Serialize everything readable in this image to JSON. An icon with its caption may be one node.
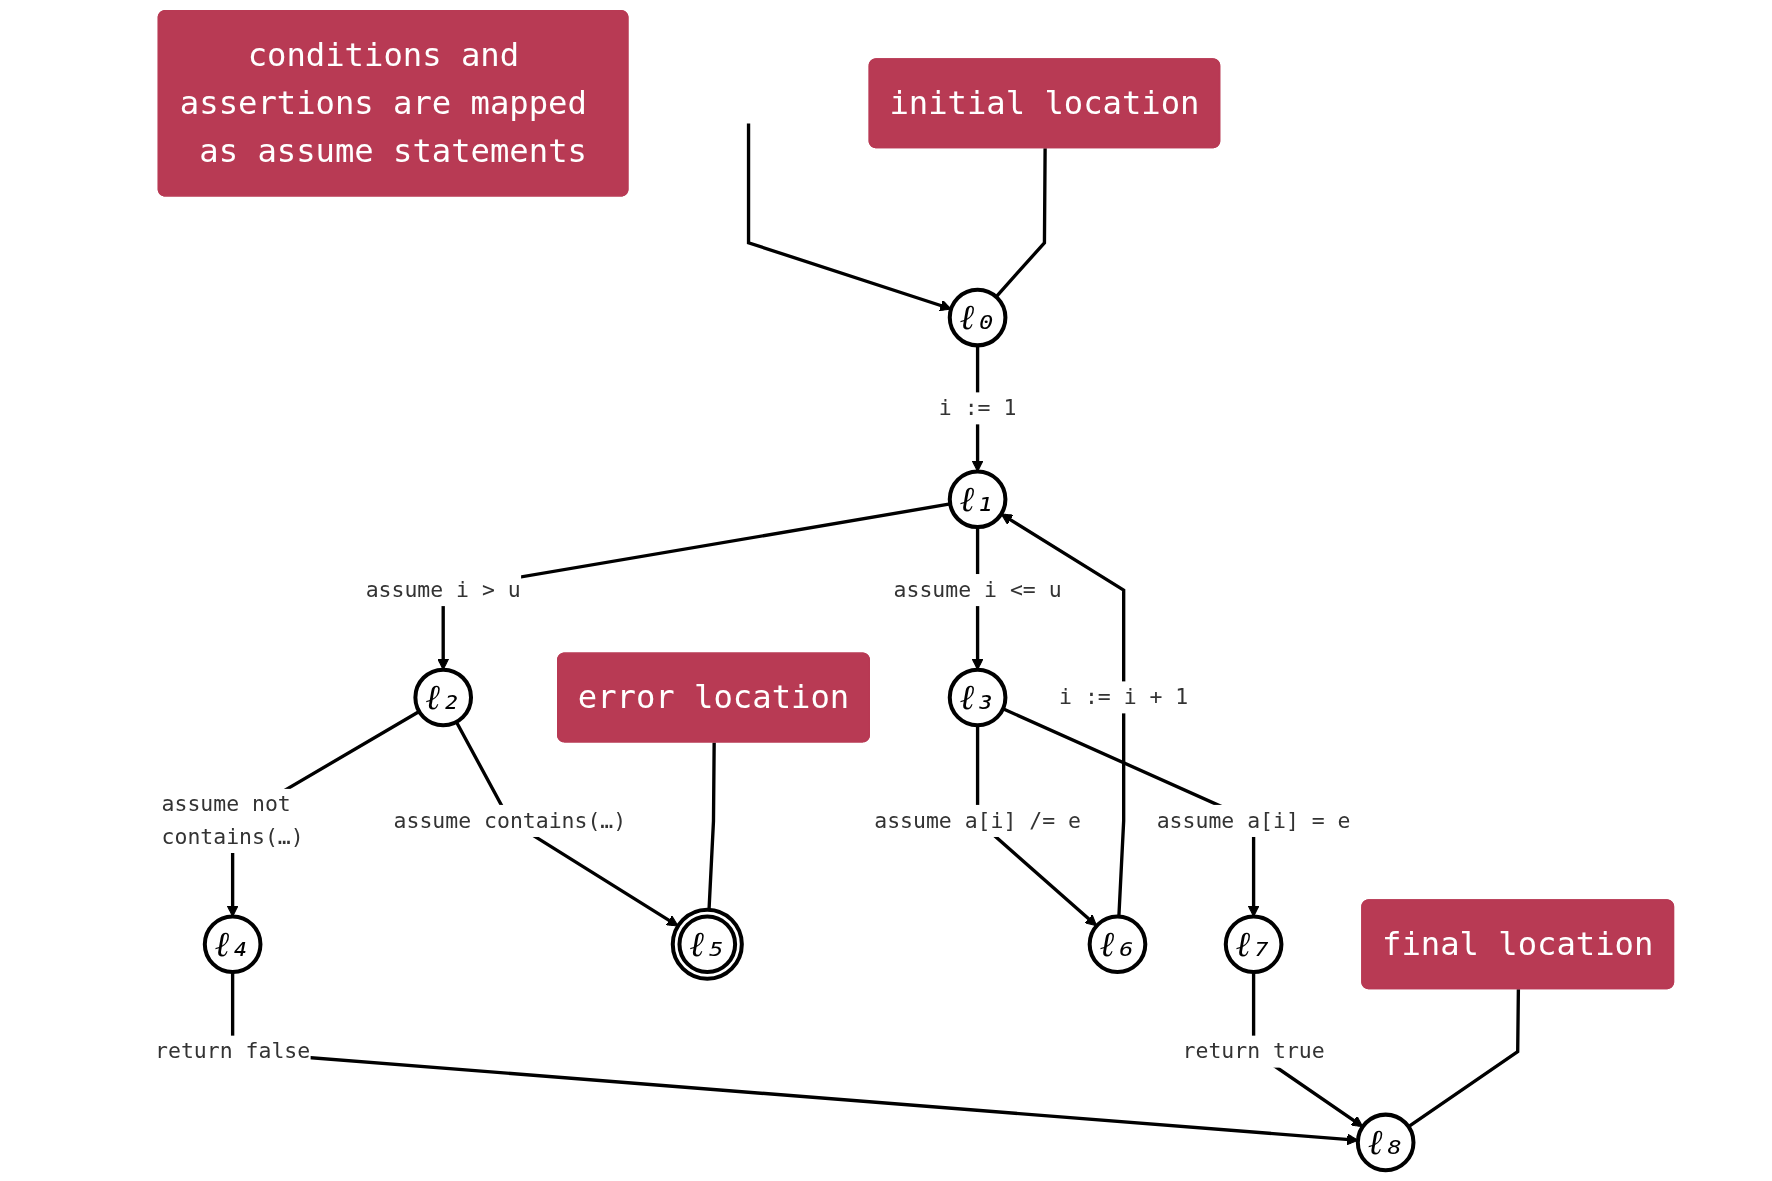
{
  "diagram": {
    "nodes": [
      {
        "text": [
          "ℓ₀"
        ]
      },
      {
        "text": [
          "ℓ₁"
        ]
      },
      {
        "text": [
          "ℓ₂"
        ]
      },
      {
        "text": [
          "ℓ₃"
        ]
      },
      {
        "text": [
          "ℓ₄"
        ]
      },
      {
        "text": [
          "ℓ₅"
        ]
      },
      {
        "text": [
          "ℓ₆"
        ]
      },
      {
        "text": [
          "ℓ₇"
        ]
      },
      {
        "text": [
          "ℓ₈"
        ]
      },
      {
        "text": [
          "conditions and assertions are mapped as assume statements"
        ]
      },
      {
        "text": [
          "initial location"
        ]
      },
      {
        "text": [
          "error location"
        ]
      },
      {
        "text": [
          "final location"
        ]
      }
    ],
    "edges": [
      {
        "from": null,
        "to": 0,
        "arrow": "to"
      },
      {
        "from": 0,
        "to": 1,
        "arrow": "to",
        "label": "i := 1"
      },
      {
        "from": 1,
        "to": 2,
        "arrow": "to",
        "label": "assume i > u"
      },
      {
        "from": 1,
        "to": 3,
        "arrow": "to",
        "label": "assume i <= u"
      },
      {
        "from": 6,
        "to": 1,
        "arrow": "to",
        "label": "i := i + 1"
      },
      {
        "from": 3,
        "to": 6,
        "arrow": "to",
        "label": "assume a[i] /= e"
      },
      {
        "from": 2,
        "to": 4,
        "arrow": "to",
        "label": "assume not contains(…)"
      },
      {
        "from": 2,
        "to": 5,
        "arrow": "to",
        "label": "assume contains(…)"
      },
      {
        "from": 3,
        "to": 7,
        "arrow": "to",
        "label": "assume a[i] = e"
      },
      {
        "from": 4,
        "to": 8,
        "arrow": "to",
        "label": "return false"
      },
      {
        "from": 7,
        "to": 8,
        "arrow": "to",
        "label": "return true"
      },
      {
        "from": 10,
        "to": 0,
        "arrow": "none"
      },
      {
        "from": 11,
        "to": 5,
        "arrow": "none"
      },
      {
        "from": 12,
        "to": 8,
        "arrow": "none"
      }
    ]
  }
}
